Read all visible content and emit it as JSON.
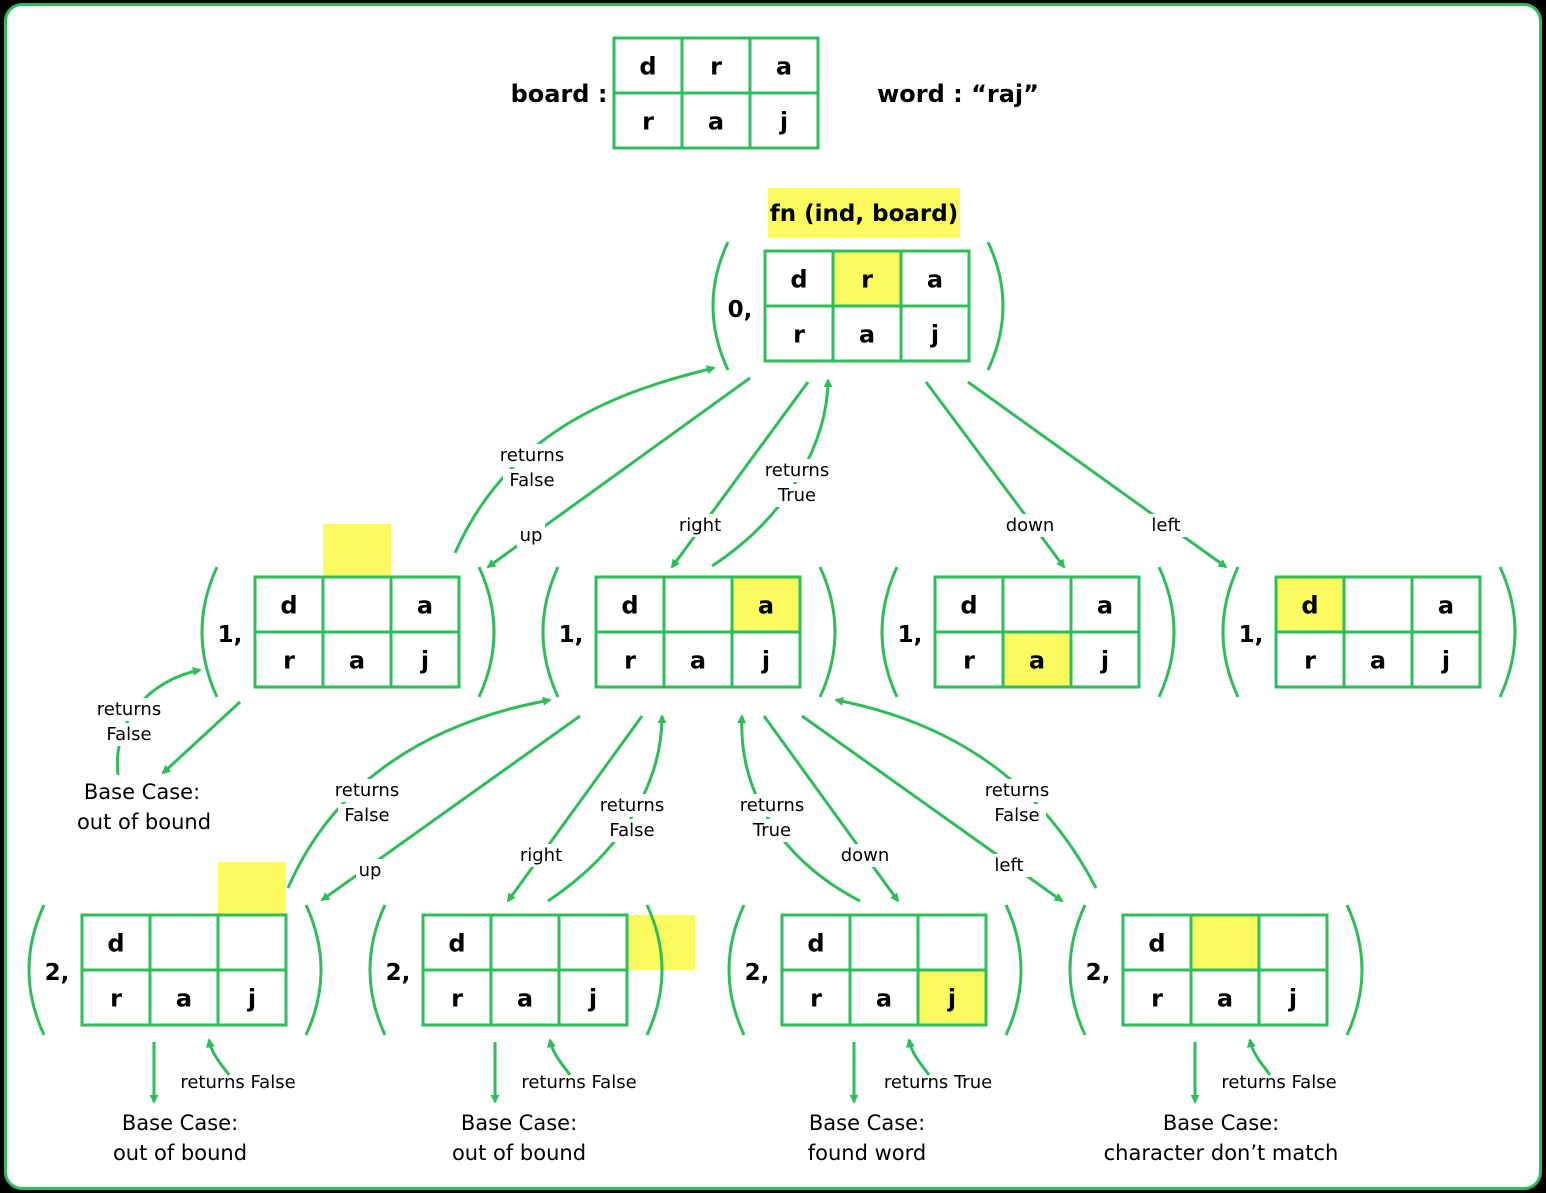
{
  "colors": {
    "accent": "#2ebd59",
    "highlight": "#fbfb60",
    "text": "#000000"
  },
  "header": {
    "board_label": "board :",
    "word_label": "word : “raj”",
    "board": [
      [
        "d",
        "r",
        "a"
      ],
      [
        "r",
        "a",
        "j"
      ]
    ]
  },
  "root": {
    "func_label": "fn (ind, board)",
    "index_label": "0,",
    "grid": [
      [
        "d",
        "r",
        "a"
      ],
      [
        "r",
        "a",
        "j"
      ]
    ]
  },
  "level1_index": "1,",
  "level1": [
    {
      "grid": [
        [
          "d",
          "",
          "a"
        ],
        [
          "r",
          "a",
          "j"
        ]
      ],
      "highlight": "above-col1"
    },
    {
      "grid": [
        [
          "d",
          "",
          "a"
        ],
        [
          "r",
          "a",
          "j"
        ]
      ],
      "highlight": "r0c2"
    },
    {
      "grid": [
        [
          "d",
          "",
          "a"
        ],
        [
          "r",
          "a",
          "j"
        ]
      ],
      "highlight": "r1c1"
    },
    {
      "grid": [
        [
          "d",
          "",
          "a"
        ],
        [
          "r",
          "a",
          "j"
        ]
      ],
      "highlight": "r0c0"
    }
  ],
  "level2_index": "2,",
  "level2": [
    {
      "grid": [
        [
          "d",
          "",
          ""
        ],
        [
          "r",
          "a",
          "j"
        ]
      ],
      "highlight": "above-col2"
    },
    {
      "grid": [
        [
          "d",
          "",
          ""
        ],
        [
          "r",
          "a",
          "j"
        ]
      ],
      "highlight": "right-of-row0"
    },
    {
      "grid": [
        [
          "d",
          "",
          ""
        ],
        [
          "r",
          "a",
          "j"
        ]
      ],
      "highlight": "r1c2"
    },
    {
      "grid": [
        [
          "d",
          "",
          ""
        ],
        [
          "r",
          "a",
          "j"
        ]
      ],
      "highlight": "r0c1"
    }
  ],
  "edges": {
    "root": {
      "up": "up",
      "right": "right",
      "down": "down",
      "left": "left",
      "ret_up": [
        "returns",
        "False"
      ],
      "ret_right": [
        "returns",
        "True"
      ]
    },
    "first": {
      "ret": [
        "returns",
        "False"
      ],
      "base": [
        "Base Case:",
        "out of bound"
      ]
    },
    "second": {
      "up": "up",
      "right": "right",
      "down": "down",
      "left": "left",
      "ret_up": [
        "returns",
        "False"
      ],
      "ret_right": [
        "returns",
        "False"
      ],
      "ret_down": [
        "returns",
        "True"
      ],
      "ret_left": [
        "returns",
        "False"
      ]
    }
  },
  "base_cases": [
    {
      "returns": "returns False",
      "title": "Base Case:",
      "detail": "out of bound"
    },
    {
      "returns": "returns False",
      "title": "Base Case:",
      "detail": "out of bound"
    },
    {
      "returns": "returns True",
      "title": "Base Case:",
      "detail": "found word"
    },
    {
      "returns": "returns False",
      "title": "Base Case:",
      "detail": "character don’t match"
    }
  ]
}
